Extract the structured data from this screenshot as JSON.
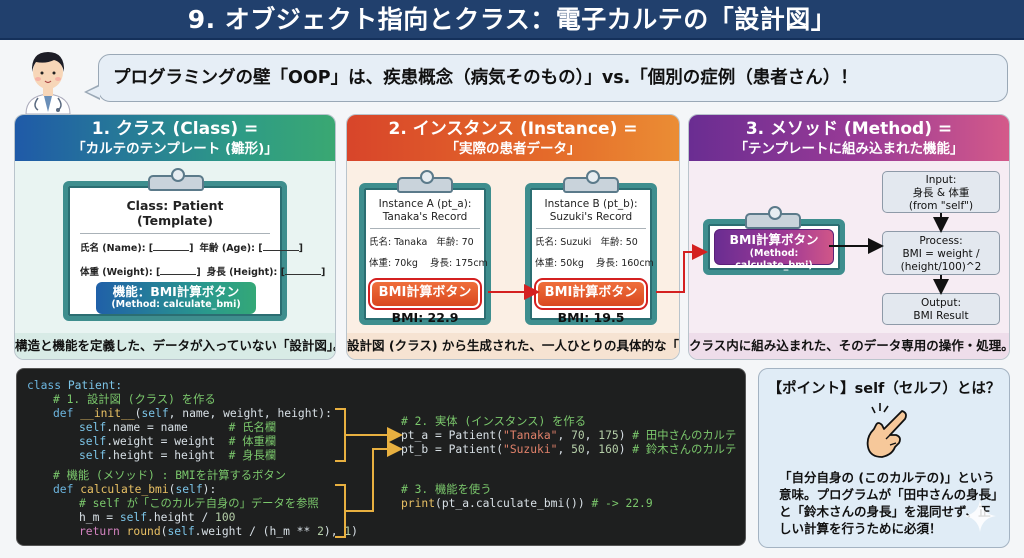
{
  "title": "9. オブジェクト指向とクラス：電子カルテの「設計図」",
  "bubble": "プログラミングの壁「OOP」は、疾患概念（病気そのもの）」vs.「個別の症例（患者さん）！",
  "panels": {
    "class": {
      "heading1": "1. クラス (Class) =",
      "heading2": "「カルテのテンプレート (雛形)」",
      "clipboard_title1": "Class: Patient",
      "clipboard_title2": "(Template)",
      "fields": [
        {
          "label": "氏名 (Name): ["
        },
        {
          "label": "年齢 (Age): ["
        },
        {
          "label": "体重 (Weight): ["
        },
        {
          "label": "身長 (Height): ["
        }
      ],
      "bracket_close": "]",
      "method_label": "機能：BMI計算ボタン",
      "method_sub": "(Method: calculate_bmi)",
      "footer": "構造と機能を定義した、データが入っていない「設計図」。"
    },
    "instance": {
      "heading1": "2. インスタンス (Instance) =",
      "heading2": "「実際の患者データ」",
      "records": [
        {
          "title1": "Instance A (pt_a):",
          "title2": "Tanaka's Record",
          "name_label": "氏名:",
          "name": "Tanaka",
          "age_label": "年齢:",
          "age": "70",
          "weight_label": "体重:",
          "weight": "70kg",
          "height_label": "身長:",
          "height": "175cm",
          "button": "BMI計算ボタン",
          "bmi": "BMI: 22.9"
        },
        {
          "title1": "Instance B (pt_b):",
          "title2": "Suzuki's Record",
          "name_label": "氏名:",
          "name": "Suzuki",
          "age_label": "年齢:",
          "age": "50",
          "weight_label": "体重:",
          "weight": "50kg",
          "height_label": "身長:",
          "height": "160cm",
          "button": "BMI計算ボタン",
          "bmi": "BMI: 19.5"
        }
      ],
      "footer": "設計図 (クラス) から生成された、一人ひとりの具体的な「実体」。"
    },
    "method": {
      "heading1": "3. メソッド (Method) =",
      "heading2": "「テンプレートに組み込まれた機能」",
      "button_label": "BMI計算ボタン",
      "button_sub": "(Method: calculate_bmi)",
      "flow": [
        {
          "l1": "Input:",
          "l2": "身長 & 体重",
          "l3": "(from \"self\")"
        },
        {
          "l1": "Process:",
          "l2": "BMI = weight /",
          "l3": "(height/100)^2"
        },
        {
          "l1": "Output:",
          "l2": "BMI Result",
          "l3": ""
        }
      ],
      "footer": "クラス内に組み込まれた、そのデータ専用の操作・処理。"
    }
  },
  "code": {
    "l1": [
      "class ",
      "Patient:"
    ],
    "l2": "# 1. 設計図 (クラス) を作る",
    "l3": [
      "def ",
      "__init__",
      "(",
      "self",
      ", name, weight, height):"
    ],
    "l4": [
      "self",
      ".name = name      ",
      "# 氏名欄"
    ],
    "l5": [
      "self",
      ".weight = weight  ",
      "# 体重欄"
    ],
    "l6": [
      "self",
      ".height = height  ",
      "# 身長欄"
    ],
    "l7": "# 機能 (メソッド) : BMIを計算するボタン",
    "l8": [
      "def ",
      "calculate_bmi",
      "(",
      "self",
      "):"
    ],
    "l9": "# self が「このカルテ自身の」データを参照",
    "l10": [
      "h_m = ",
      "self",
      ".height / ",
      "100"
    ],
    "l11": [
      "return ",
      "round",
      "(",
      "self",
      ".weight / (h_m ** ",
      "2",
      "), ",
      "1",
      ")"
    ],
    "r1": "# 2. 実体 (インスタンス) を作る",
    "r2": [
      "pt_a = Patient(",
      "\"Tanaka\"",
      ", ",
      "70",
      ", ",
      "175",
      ") ",
      "# 田中さんのカルテ"
    ],
    "r3": [
      "pt_b = Patient(",
      "\"Suzuki\"",
      ", ",
      "50",
      ", ",
      "160",
      ") ",
      "# 鈴木さんのカルテ"
    ],
    "r4": "# 3. 機能を使う",
    "r5": [
      "print",
      "(pt_a.calculate_bmi()) ",
      "# -> 22.9"
    ]
  },
  "point": {
    "title": "【ポイント】self（セルフ）とは？",
    "text": "「自分自身の (このカルテの)」という意味。プログラムが「田中さんの身長」と「鈴木さんの身長」を混同せず、正しい計算を行うために必須！"
  },
  "colors": {
    "title_bg": "#21406d",
    "class_accent": "#2e9b86",
    "instance_accent": "#e46a2a",
    "method_accent": "#9b3b96",
    "arrow_red": "#d42020",
    "bracket_gold": "#e8b040",
    "code_bg": "#1e1f1f"
  }
}
